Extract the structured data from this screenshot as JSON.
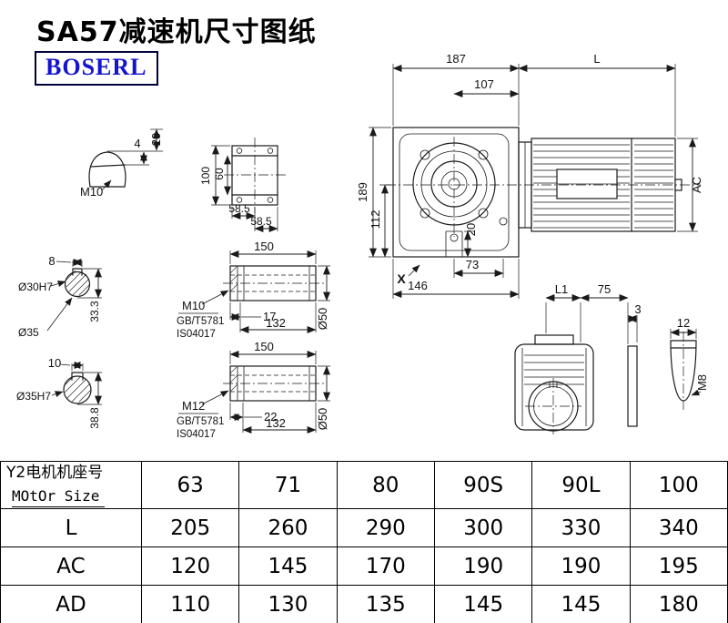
{
  "page": {
    "title": "SA57减速机尺寸图纸",
    "logo_text": "BOSERL"
  },
  "drawing": {
    "key_section": {
      "dim_height": "4",
      "dim_width": "20",
      "thread_label": "M10"
    },
    "flange_top": {
      "dim_100": "100",
      "dim_60": "60",
      "dim_58a": "58.5",
      "dim_58b": "58.5"
    },
    "bore1": {
      "key_width": "8",
      "bore_label": "Ø30H7",
      "depth": "33.3",
      "od_label": "Ø35"
    },
    "bore2": {
      "key_width": "10",
      "bore_label": "Ø35H7",
      "depth": "38.8"
    },
    "shaft1": {
      "length": "150",
      "thread": "M10",
      "std1": "GB/T5781",
      "std2": "IS04017",
      "dim_17": "17",
      "dim_132": "132",
      "diameter": "Ø50"
    },
    "shaft2": {
      "length": "150",
      "thread": "M12",
      "std1": "GB/T5781",
      "std2": "IS04017",
      "dim_22": "22",
      "dim_132": "132",
      "diameter": "Ø50"
    },
    "main": {
      "dim_187": "187",
      "dim_L": "L",
      "dim_107": "107",
      "dim_189": "189",
      "dim_112": "112",
      "dim_AC": "AC",
      "dim_20": "20",
      "dim_73": "73",
      "dim_146": "146",
      "label_X": "X"
    },
    "rear": {
      "dim_L1": "L1",
      "dim_75": "75",
      "dim_3": "3",
      "dim_12": "12",
      "thread": "M8"
    }
  },
  "table": {
    "header": {
      "label_line1": "Y2电机机座号",
      "label_line2": "MOtOr Size",
      "values": [
        "63",
        "71",
        "80",
        "90S",
        "90L",
        "100"
      ]
    },
    "rows": [
      {
        "label": "L",
        "values": [
          "205",
          "260",
          "290",
          "300",
          "330",
          "340"
        ]
      },
      {
        "label": "AC",
        "values": [
          "120",
          "145",
          "170",
          "190",
          "190",
          "195"
        ]
      },
      {
        "label": "AD",
        "values": [
          "110",
          "130",
          "135",
          "145",
          "145",
          "180"
        ]
      }
    ]
  }
}
